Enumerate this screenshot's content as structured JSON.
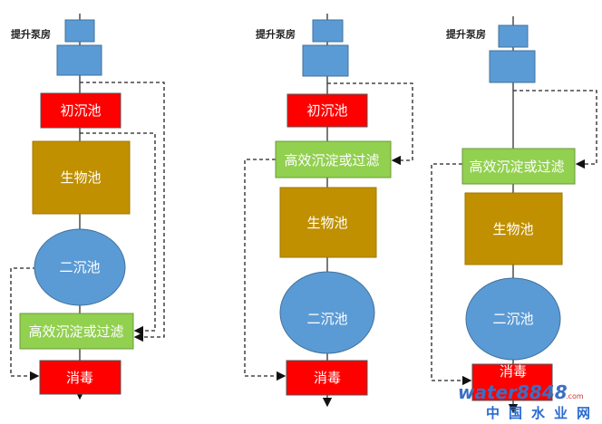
{
  "colors": {
    "pump": "#5b9bd5",
    "primary": "#ff0000",
    "bio": "#c09000",
    "filter": "#92d050",
    "clarifier": "#5b9bd5",
    "disinfect": "#ff0000"
  },
  "diagrams": [
    {
      "pump_label": "提升泵房",
      "primary": "初沉池",
      "bio": "生物池",
      "secondary": "二沉池",
      "filter": "高效沉淀或过滤",
      "disinfect": "消毒"
    },
    {
      "pump_label": "提升泵房",
      "primary": "初沉池",
      "filter": "高效沉淀或过滤",
      "bio": "生物池",
      "secondary": "二沉池",
      "disinfect": "消毒"
    },
    {
      "pump_label": "提升泵房",
      "filter": "高效沉淀或过滤",
      "bio": "生物池",
      "secondary": "二沉池",
      "disinfect": "消毒"
    }
  ],
  "watermark": {
    "brand": "water8848",
    "domain": ".com",
    "name": "中国水业网"
  }
}
